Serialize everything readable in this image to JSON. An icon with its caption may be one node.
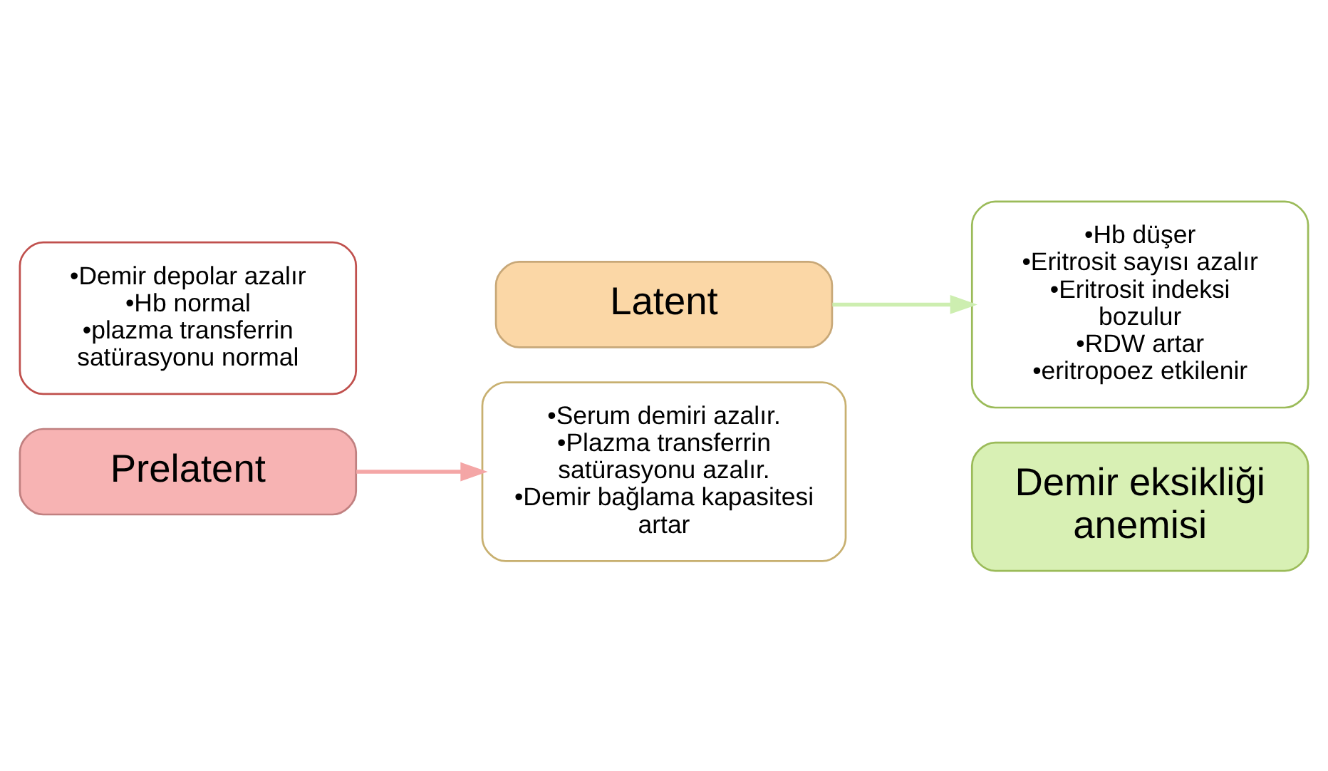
{
  "diagram": {
    "nodes": [
      {
        "text": [
          "•Demir depolar azalır",
          "•Hb normal",
          "•plazma transferrin satürasyonu normal"
        ]
      },
      {
        "text": [
          "Prelatent"
        ]
      },
      {
        "text": [
          "Latent"
        ]
      },
      {
        "text": [
          "•Serum demiri azalır.",
          "•Plazma transferrin satürasyonu azalır.",
          "•Demir bağlama kapasitesi artar"
        ]
      },
      {
        "text": [
          "•Hb düşer",
          "•Eritrosit sayısı azalır",
          "•Eritrosit indeksi bozulur",
          "•RDW artar",
          "•eritropoez etkilenir"
        ]
      },
      {
        "text": [
          "Demir eksikliği anemisi"
        ]
      }
    ],
    "edges": [
      {
        "from": 1,
        "to": 3,
        "arrow": "to",
        "color": "#f4a6a6"
      },
      {
        "from": 2,
        "to": 4,
        "arrow": "to",
        "color": "#cdeeb0"
      }
    ]
  }
}
